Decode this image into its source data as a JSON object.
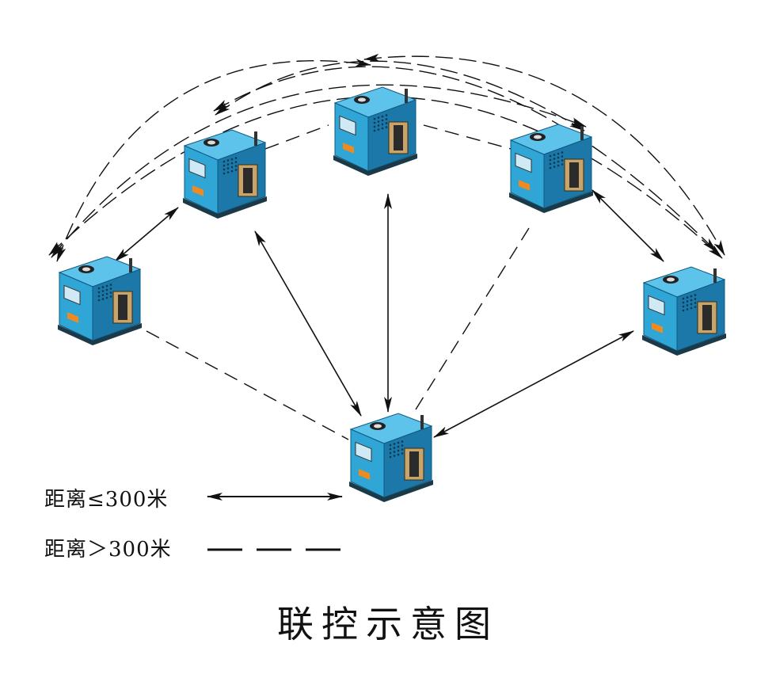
{
  "title": "联控示意图",
  "legend": {
    "near_label": "距离≤300米",
    "far_label": "距离＞300米"
  },
  "colors": {
    "machine_body": "#2fa6d6",
    "machine_shade": "#1b78a8",
    "panel": "#cfe9f5",
    "line": "#111111"
  },
  "machines": [
    {
      "id": "m1",
      "name": "device-left"
    },
    {
      "id": "m2",
      "name": "device-upper-left"
    },
    {
      "id": "m3",
      "name": "device-top"
    },
    {
      "id": "m4",
      "name": "device-upper-right"
    },
    {
      "id": "m5",
      "name": "device-right"
    },
    {
      "id": "m6",
      "name": "device-bottom-center"
    }
  ],
  "links": [
    {
      "from": "m1",
      "to": "m2",
      "type": "near"
    },
    {
      "from": "m2",
      "to": "m6",
      "type": "near"
    },
    {
      "from": "m3",
      "to": "m6",
      "type": "near"
    },
    {
      "from": "m4",
      "to": "m5",
      "type": "near"
    },
    {
      "from": "m5",
      "to": "m6",
      "type": "near"
    },
    {
      "from": "m1",
      "to": "m6",
      "type": "far"
    },
    {
      "from": "m2",
      "to": "m3",
      "type": "far"
    },
    {
      "from": "m3",
      "to": "m4",
      "type": "far"
    },
    {
      "from": "m4",
      "to": "m6",
      "type": "far"
    },
    {
      "from": "m1",
      "to": "m3",
      "type": "far-arc"
    },
    {
      "from": "m1",
      "to": "m4",
      "type": "far-arc"
    },
    {
      "from": "m1",
      "to": "m5",
      "type": "far-arc"
    },
    {
      "from": "m2",
      "to": "m4",
      "type": "far-arc"
    },
    {
      "from": "m2",
      "to": "m5",
      "type": "far-arc"
    },
    {
      "from": "m3",
      "to": "m5",
      "type": "far-arc"
    }
  ]
}
